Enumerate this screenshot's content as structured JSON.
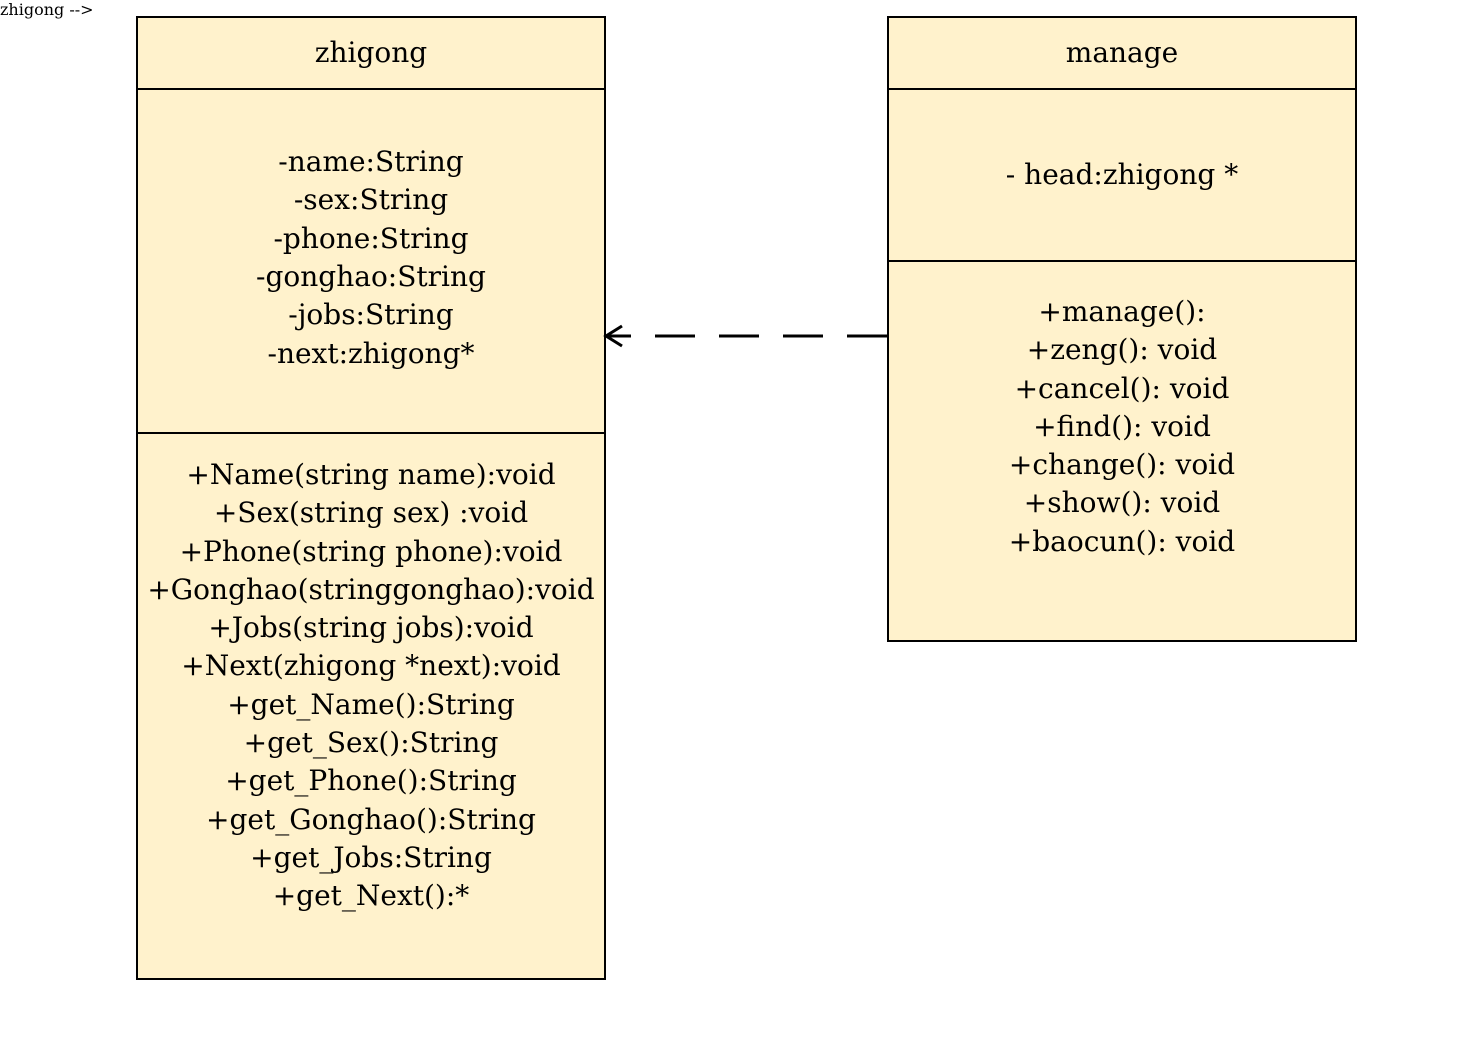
{
  "diagram": {
    "classes": [
      {
        "id": "zhigong",
        "name": "zhigong",
        "attributes": [
          "-name:String",
          "-sex:String",
          "-phone:String",
          "-gonghao:String",
          "-jobs:String",
          "-next:zhigong*"
        ],
        "operations": [
          "+Name(string name):void",
          "+Sex(string sex) :void",
          "+Phone(string phone):void",
          "+Gonghao(stringgonghao):void",
          "+Jobs(string jobs):void",
          "+Next(zhigong *next):void",
          "+get_Name():String",
          "+get_Sex():String",
          "+get_Phone():String",
          "+get_Gonghao():String",
          "+get_Jobs:String",
          "+get_Next():*"
        ]
      },
      {
        "id": "manage",
        "name": "manage",
        "attributes": [
          "- head:zhigong *"
        ],
        "operations": [
          "+manage():",
          "+zeng(): void",
          "+cancel(): void",
          "+find(): void",
          "+change(): void",
          "+show(): void",
          "+baocun(): void"
        ]
      }
    ],
    "relationships": [
      {
        "type": "dependency",
        "style": "dashed",
        "from": "manage",
        "to": "zhigong",
        "arrowhead": "open"
      }
    ],
    "colors": {
      "class_fill": "#fff2cc",
      "border": "#000000",
      "text": "#000000",
      "background": "#ffffff"
    }
  }
}
